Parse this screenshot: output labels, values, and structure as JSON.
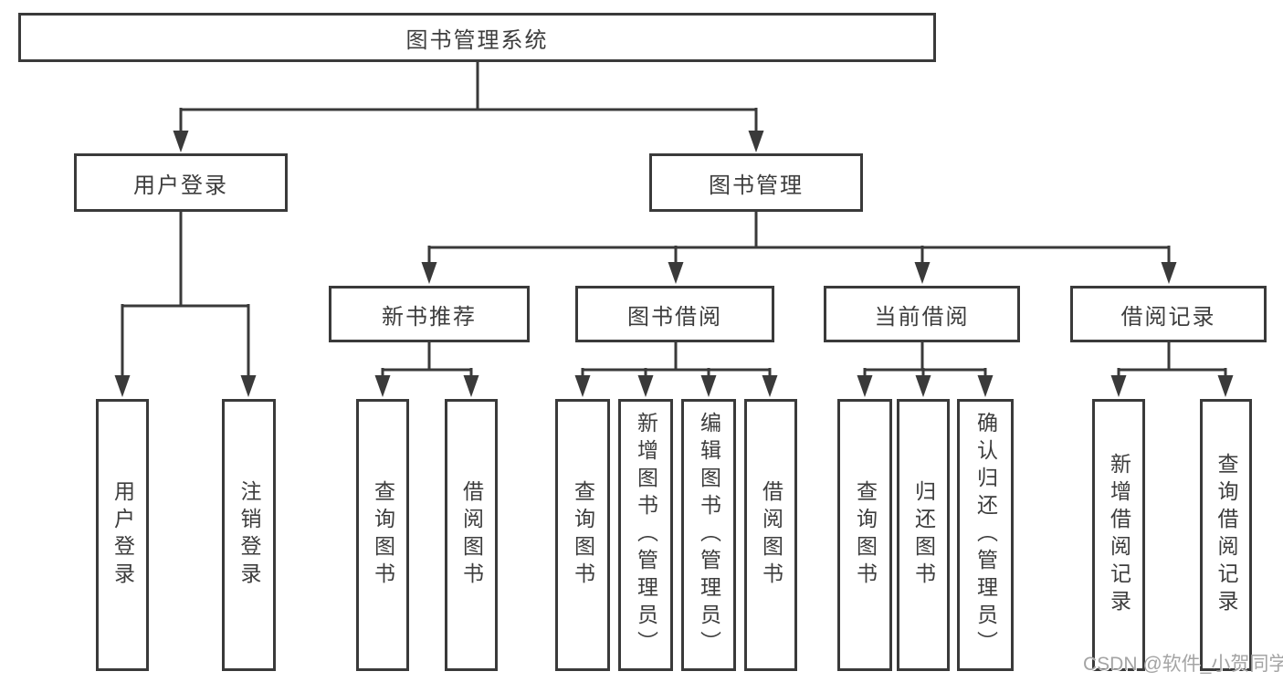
{
  "diagram": {
    "root": {
      "label": "图书管理系统"
    },
    "branches": [
      {
        "label": "用户登录",
        "leaves": [
          {
            "label": "用户登录"
          },
          {
            "label": "注销登录"
          }
        ]
      },
      {
        "label": "图书管理",
        "sections": [
          {
            "label": "新书推荐",
            "leaves": [
              {
                "label": "查询图书"
              },
              {
                "label": "借阅图书"
              }
            ]
          },
          {
            "label": "图书借阅",
            "leaves": [
              {
                "label": "查询图书"
              },
              {
                "label": "新增图书（管理员）"
              },
              {
                "label": "编辑图书（管理员）"
              },
              {
                "label": "借阅图书"
              }
            ]
          },
          {
            "label": "当前借阅",
            "leaves": [
              {
                "label": "查询图书"
              },
              {
                "label": "归还图书"
              },
              {
                "label": "确认归还（管理员）"
              }
            ]
          },
          {
            "label": "借阅记录",
            "leaves": [
              {
                "label": "新增借阅记录"
              },
              {
                "label": "查询借阅记录"
              }
            ]
          }
        ]
      }
    ]
  },
  "watermark": "CSDN @软件_小贺同学",
  "colors": {
    "line": "#3a3a3a",
    "text": "#3d3d3d",
    "background": "#ffffff",
    "watermark": "#a4a4a4"
  }
}
